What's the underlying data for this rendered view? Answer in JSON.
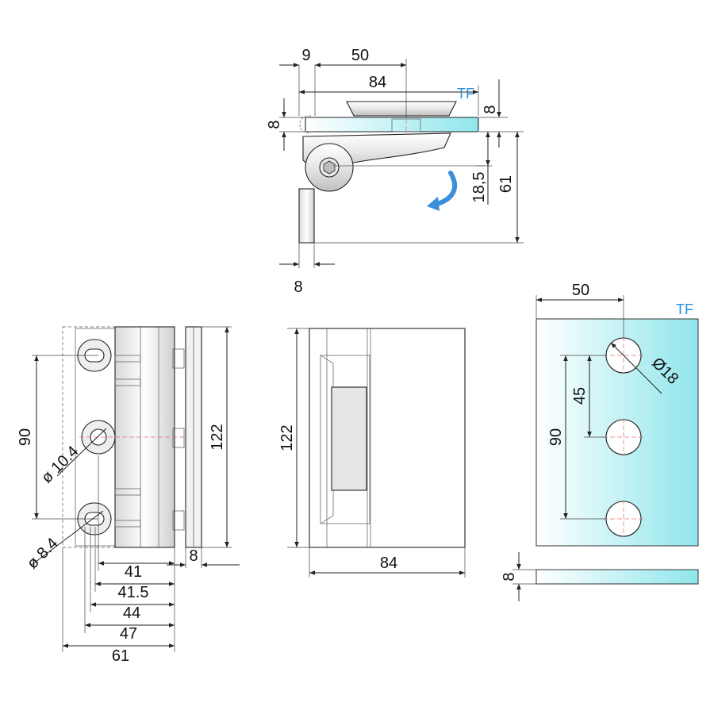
{
  "top_view": {
    "dim_9": "9",
    "dim_50": "50",
    "dim_84": "84",
    "dim_8_left": "8",
    "dim_8_right": "8",
    "dim_18_5": "18,5",
    "dim_61": "61",
    "dim_8_bottom": "8",
    "glass_label": "TF"
  },
  "side_view": {
    "dim_90": "90",
    "dim_122": "122",
    "dim_8": "8",
    "dim_41": "41",
    "dim_41_5": "41.5",
    "dim_44": "44",
    "dim_47": "47",
    "dim_61": "61",
    "hole_large": "ø 10.4",
    "hole_small": "ø 8.4"
  },
  "front_view": {
    "dim_122": "122",
    "dim_84": "84"
  },
  "glass_view": {
    "dim_50": "50",
    "dim_90": "90",
    "dim_45": "45",
    "dim_hole": "Ø18",
    "dim_8": "8",
    "glass_label": "TF"
  },
  "colors": {
    "glass_light": "#ffffff",
    "glass_dark": "#8fe6ec",
    "label_blue": "#2a8fd8",
    "arrow_blue": "#3a8fd8",
    "center_line": "#e07070"
  }
}
